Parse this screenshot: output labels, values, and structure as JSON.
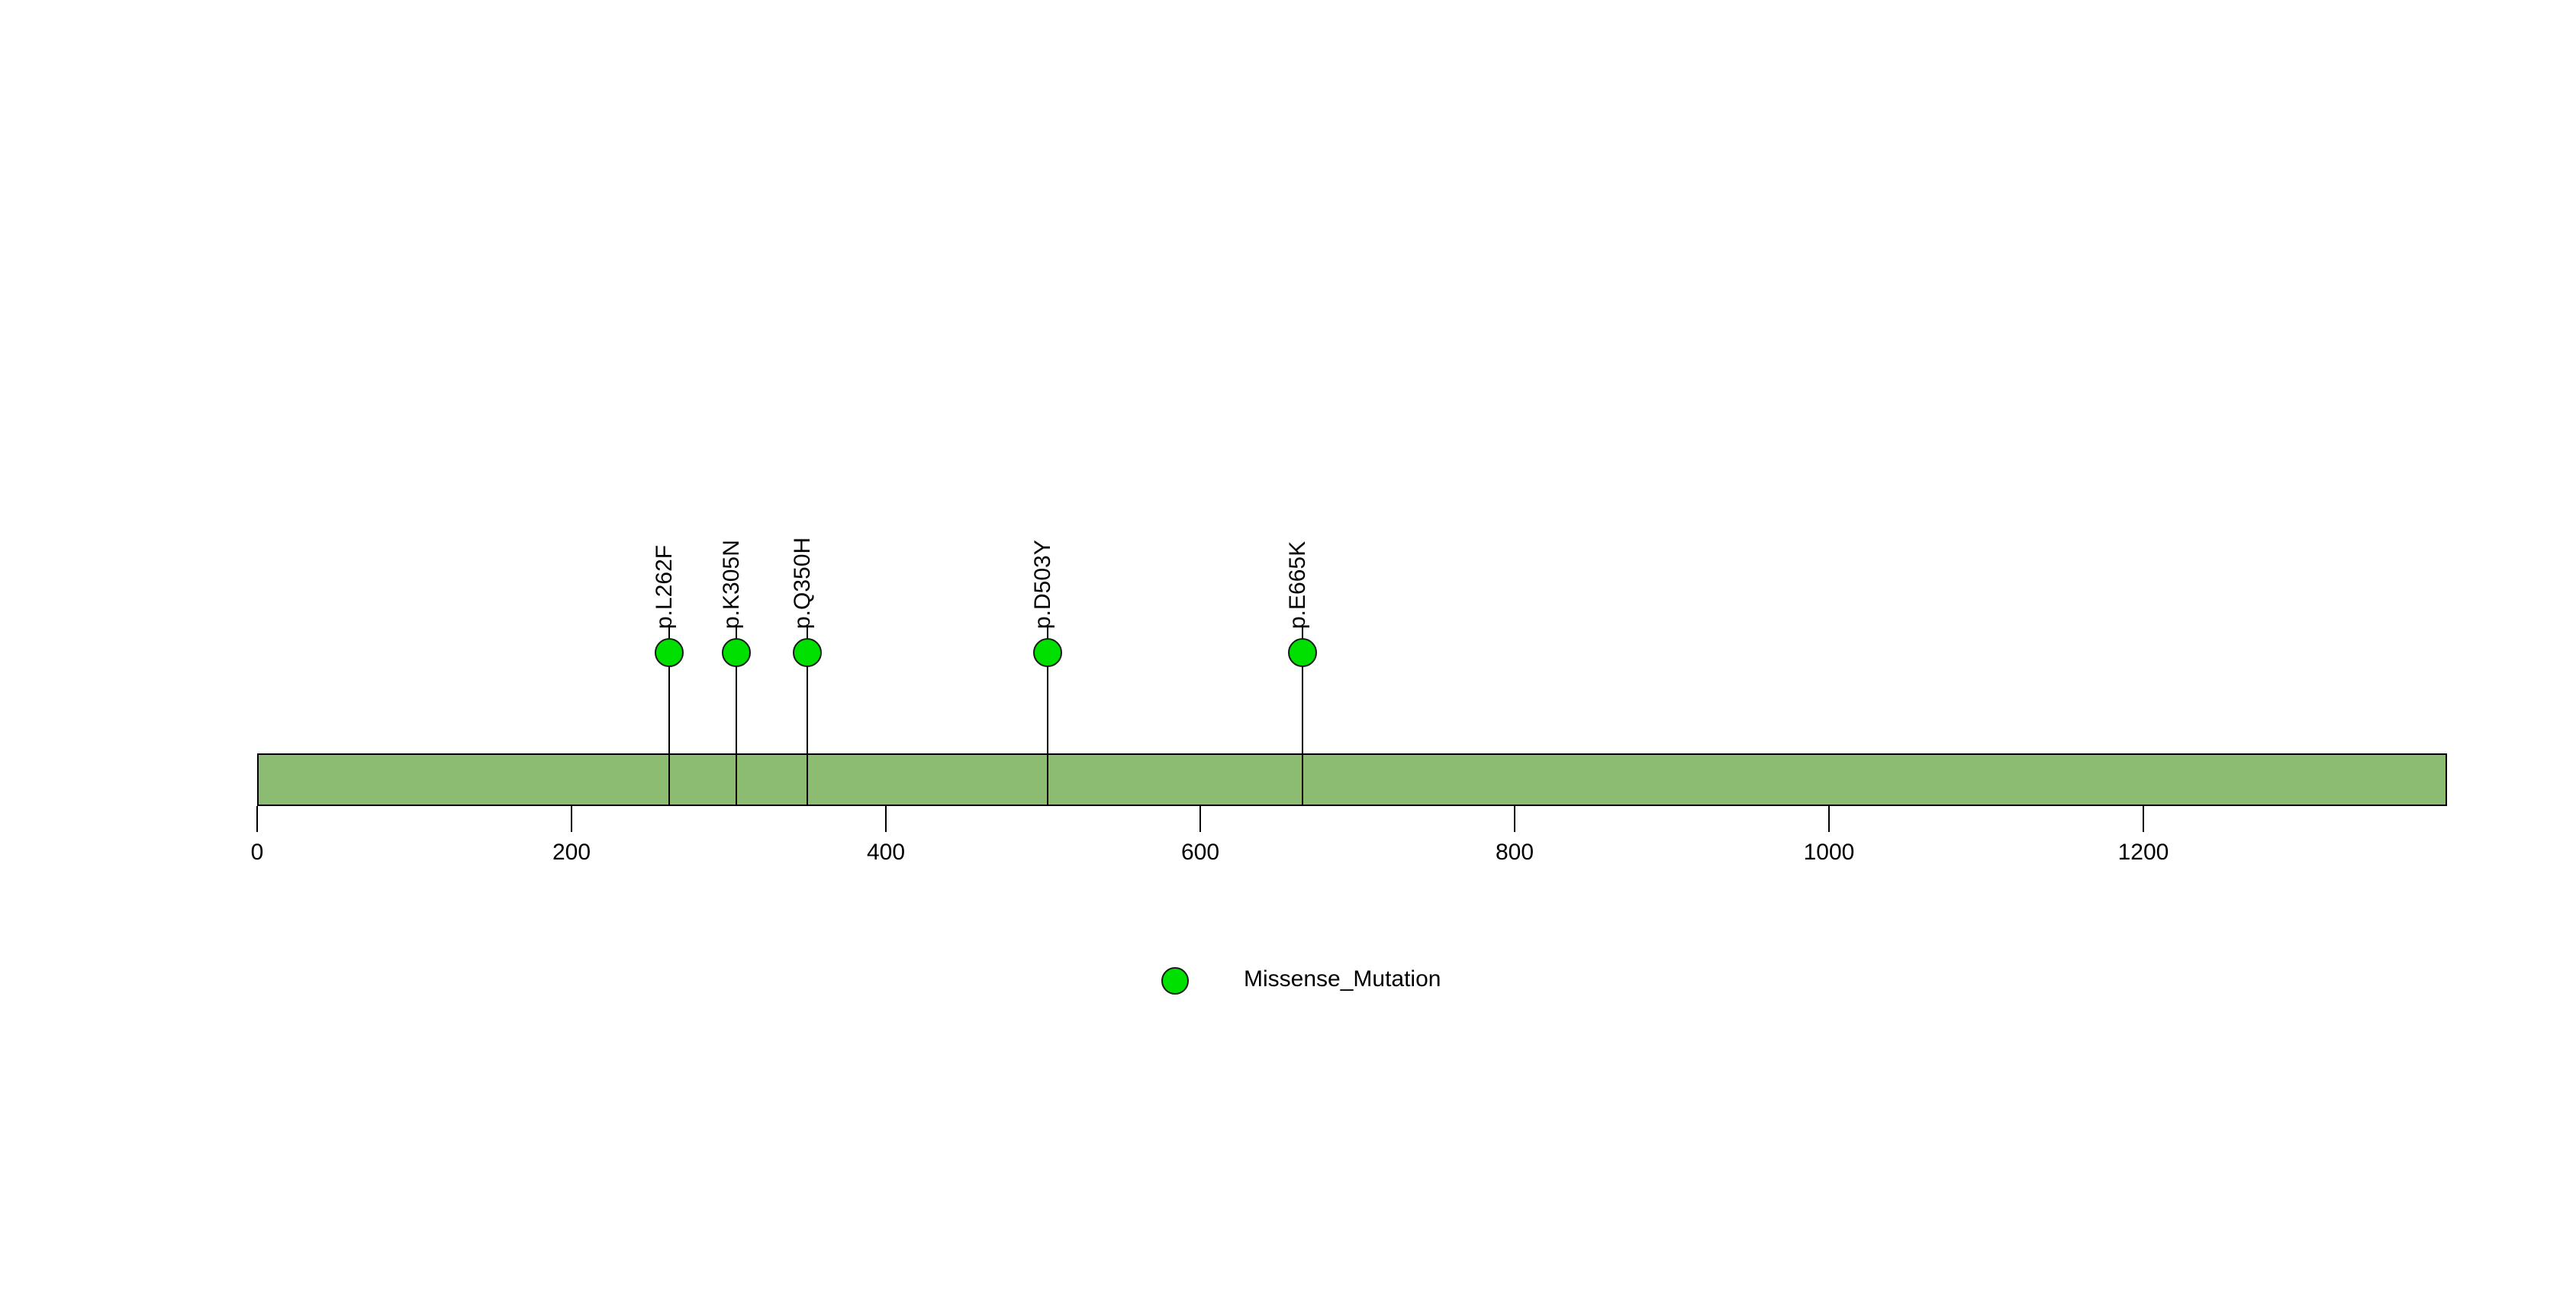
{
  "chart_data": {
    "type": "lollipop",
    "title": "",
    "xlabel": "",
    "ylabel": "",
    "xlim": [
      0,
      1393
    ],
    "grid": false,
    "legend_position": "bottom-center",
    "protein": {
      "length": 1393,
      "bar_color": "#8CBC72",
      "bar_border_color": "#000000"
    },
    "axis": {
      "ticks": [
        0,
        200,
        400,
        600,
        800,
        1000,
        1200
      ],
      "tick_labels": [
        "0",
        "200",
        "400",
        "600",
        "800",
        "1000",
        "1200"
      ]
    },
    "mutations": [
      {
        "label": "p.L262F",
        "position": 262,
        "count": 1,
        "type": "Missense_Mutation",
        "color": "#00E000"
      },
      {
        "label": "p.K305N",
        "position": 305,
        "count": 1,
        "type": "Missense_Mutation",
        "color": "#00E000"
      },
      {
        "label": "p.Q350H",
        "position": 350,
        "count": 1,
        "type": "Missense_Mutation",
        "color": "#00E000"
      },
      {
        "label": "p.D503Y",
        "position": 503,
        "count": 1,
        "type": "Missense_Mutation",
        "color": "#00E000"
      },
      {
        "label": "p.E665K",
        "position": 665,
        "count": 1,
        "type": "Missense_Mutation",
        "color": "#00E000"
      }
    ],
    "legend": [
      {
        "label": "Missense_Mutation",
        "color": "#00E000"
      }
    ]
  },
  "colors": {
    "mutation_green": "#00E000",
    "domain_green": "#8CBC72",
    "stroke_black": "#000000",
    "background": "#ffffff"
  }
}
